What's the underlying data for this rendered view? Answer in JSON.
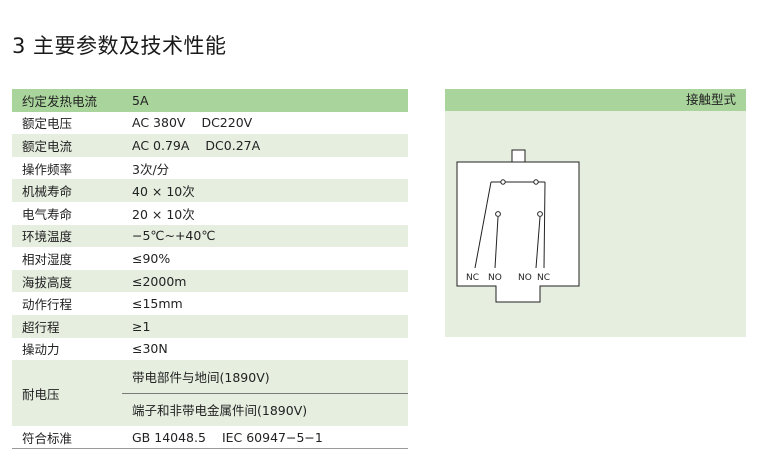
{
  "section": {
    "title": "3 主要参数及技术性能"
  },
  "specs": [
    {
      "label": "约定发热电流",
      "value": "5A"
    },
    {
      "label": "额定电压",
      "value_a": "AC 380V",
      "value_b": "DC220V"
    },
    {
      "label": "额定电流",
      "value_a": "AC 0.79A",
      "value_b": "DC0.27A"
    },
    {
      "label": "操作频率",
      "value": "3次/分"
    },
    {
      "label": "机械寿命",
      "value": "40 × 10次"
    },
    {
      "label": "电气寿命",
      "value": "20 × 10次"
    },
    {
      "label": "环境温度",
      "value": "−5℃~+40℃"
    },
    {
      "label": "相对湿度",
      "value": "≤90%"
    },
    {
      "label": "海拔高度",
      "value": "≤2000m"
    },
    {
      "label": "动作行程",
      "value": "≤15mm"
    },
    {
      "label": "超行程",
      "value": "≥1"
    },
    {
      "label": "操动力",
      "value": "≤30N"
    }
  ],
  "withstand": {
    "label": "耐电压",
    "line1": "带电部件与地间(1890V)",
    "line2": "端子和非带电金属件间(1890V)"
  },
  "standard": {
    "label": "符合标准",
    "value_a": "GB 14048.5",
    "value_b": "IEC 60947−5−1"
  },
  "contact": {
    "header": "接触型式",
    "terminals": [
      "NC",
      "NO",
      "NO",
      "NC"
    ]
  }
}
